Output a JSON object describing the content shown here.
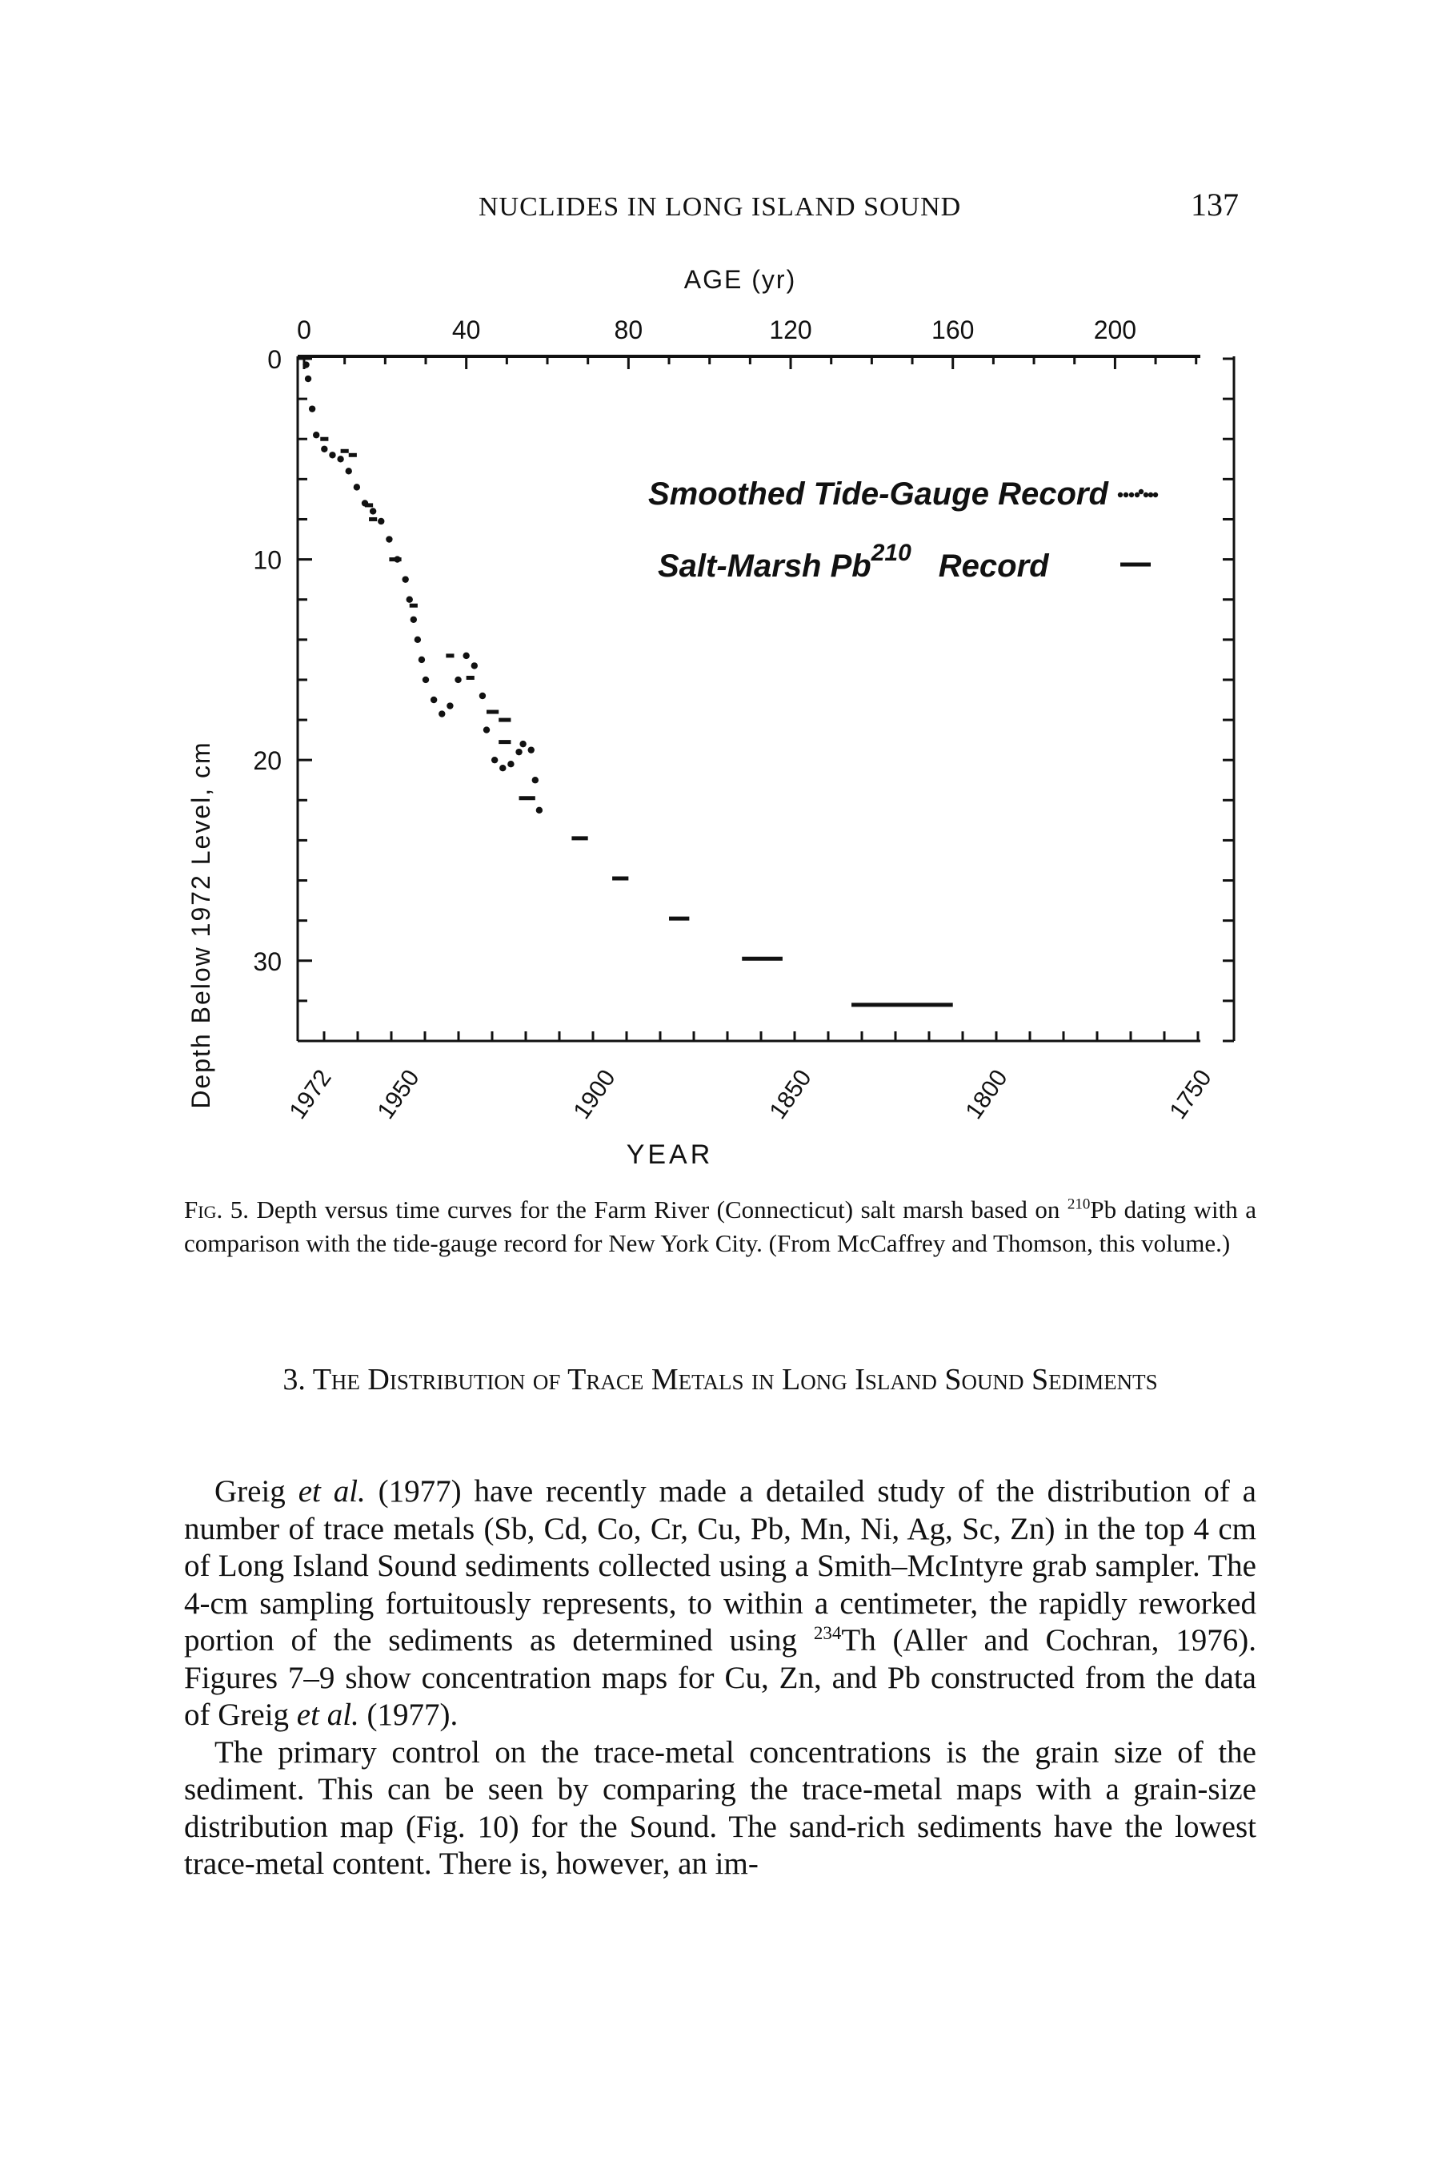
{
  "header": {
    "running_title": "NUCLIDES IN LONG ISLAND SOUND",
    "page_number": "137"
  },
  "chart_data": {
    "type": "scatter",
    "top_axis_title": "AGE (yr)",
    "top_ticks": [
      "0",
      "40",
      "80",
      "120",
      "160",
      "200"
    ],
    "ylabel": "Depth Below 1972 Level, cm",
    "y_ticks": [
      "0",
      "10",
      "20",
      "30"
    ],
    "xlabel": "YEAR",
    "bottom_ticks": [
      "1972",
      "1950",
      "1900",
      "1850",
      "1800",
      "1750"
    ],
    "xlim_age": [
      0,
      224
    ],
    "ylim_depth": [
      0,
      34
    ],
    "legend": {
      "tide_gauge": "Smoothed Tide-Gauge Record",
      "pb_prefix": "Salt-Marsh Pb",
      "pb_superscript": "210",
      "pb_suffix": "Record"
    },
    "series": [
      {
        "name": "Smoothed Tide-Gauge Record",
        "style": "dotted",
        "points": [
          [
            0.5,
            0.3
          ],
          [
            1,
            1
          ],
          [
            2,
            2.5
          ],
          [
            3,
            3.8
          ],
          [
            5,
            4.5
          ],
          [
            7,
            4.8
          ],
          [
            9,
            5
          ],
          [
            11,
            5.6
          ],
          [
            13,
            6.4
          ],
          [
            15,
            7.2
          ],
          [
            17,
            7.6
          ],
          [
            19,
            8.1
          ],
          [
            21,
            9
          ],
          [
            23,
            10
          ],
          [
            25,
            11
          ],
          [
            26,
            12
          ],
          [
            27,
            13
          ],
          [
            28,
            14
          ],
          [
            29,
            15
          ],
          [
            30,
            16
          ],
          [
            32,
            17
          ],
          [
            34,
            17.7
          ],
          [
            36,
            17.3
          ],
          [
            38,
            16
          ],
          [
            40,
            14.8
          ],
          [
            42,
            15.3
          ],
          [
            44,
            16.8
          ],
          [
            45,
            18.5
          ],
          [
            47,
            20
          ],
          [
            49,
            20.4
          ],
          [
            51,
            20.2
          ],
          [
            53,
            19.6
          ],
          [
            54,
            19.2
          ],
          [
            56,
            19.5
          ],
          [
            57,
            21
          ],
          [
            58,
            22.5
          ]
        ]
      },
      {
        "name": "Salt-Marsh Pb210 Record",
        "style": "segments",
        "segments": [
          [
            4,
            6,
            4
          ],
          [
            9,
            11,
            4.6
          ],
          [
            11,
            13,
            4.8
          ],
          [
            15,
            17,
            7.3
          ],
          [
            16,
            18,
            8
          ],
          [
            21,
            24,
            10
          ],
          [
            26,
            28,
            12.3
          ],
          [
            35,
            37,
            14.8
          ],
          [
            40,
            42,
            15.9
          ],
          [
            45,
            48,
            17.6
          ],
          [
            48,
            51,
            18
          ],
          [
            48,
            51,
            19.1
          ],
          [
            53,
            57,
            21.9
          ],
          [
            66,
            70,
            23.9
          ],
          [
            76,
            80,
            25.9
          ],
          [
            90,
            95,
            27.9
          ],
          [
            108,
            118,
            29.9
          ],
          [
            135,
            160,
            32.2
          ]
        ]
      }
    ]
  },
  "caption": {
    "label": "Fig. 5.",
    "text_a": " Depth versus time curves for the Farm River (Connecticut) salt marsh based on ",
    "sup_210": "210",
    "text_b": "Pb dating with a comparison with the tide-gauge record for New York City. (From McCaffrey and Thomson, this volume.)"
  },
  "section": {
    "number": "3.",
    "title": "The Distribution of Trace Metals in Long Island Sound Sediments"
  },
  "body": {
    "p1_a": "Greig ",
    "p1_etal": "et al.",
    "p1_b": " (1977) have recently made a detailed study of the distribution of a number of trace metals (Sb, Cd, Co, Cr, Cu, Pb, Mn, Ni, Ag, Sc, Zn) in the top 4 cm of Long Island Sound sediments collected using a Smith–McIntyre grab sampler. The 4-cm sampling fortuitously represents, to within a centimeter, the rapidly reworked portion of the sediments as determined using ",
    "p1_sup": "234",
    "p1_c": "Th (Aller and Cochran, 1976). Figures 7–9 show concentration maps for Cu, Zn, and Pb constructed from the data of Greig ",
    "p1_etal2": "et al.",
    "p1_d": " (1977).",
    "p2": "The primary control on the trace-metal concentrations is the grain size of the sediment. This can be seen by comparing the trace-metal maps with a grain-size distribution map (Fig. 10) for the Sound. The sand-rich sediments have the lowest trace-metal content. There is, however, an im-"
  }
}
